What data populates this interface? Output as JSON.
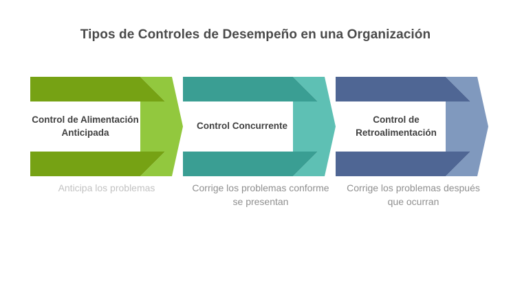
{
  "title": "Tipos de Controles de Desempeño en una Organización",
  "background_color": "#ffffff",
  "title_color": "#4a4a4a",
  "label_color": "#404040",
  "arrows": [
    {
      "label": "Control de Alimentación Anticipada",
      "caption": "Anticipa los problemas",
      "body_color": "#76a214",
      "head_color": "#92c83e",
      "caption_color": "#c2c2c2"
    },
    {
      "label": "Control Concurrente",
      "caption": "Corrige los problemas conforme se presentan",
      "body_color": "#3a9e93",
      "head_color": "#5ec0b4",
      "caption_color": "#8f8f8f"
    },
    {
      "label": "Control de Retroalimentación",
      "caption": "Corrige los problemas después que ocurran",
      "body_color": "#4f6694",
      "head_color": "#8099be",
      "caption_color": "#8f8f8f"
    }
  ]
}
